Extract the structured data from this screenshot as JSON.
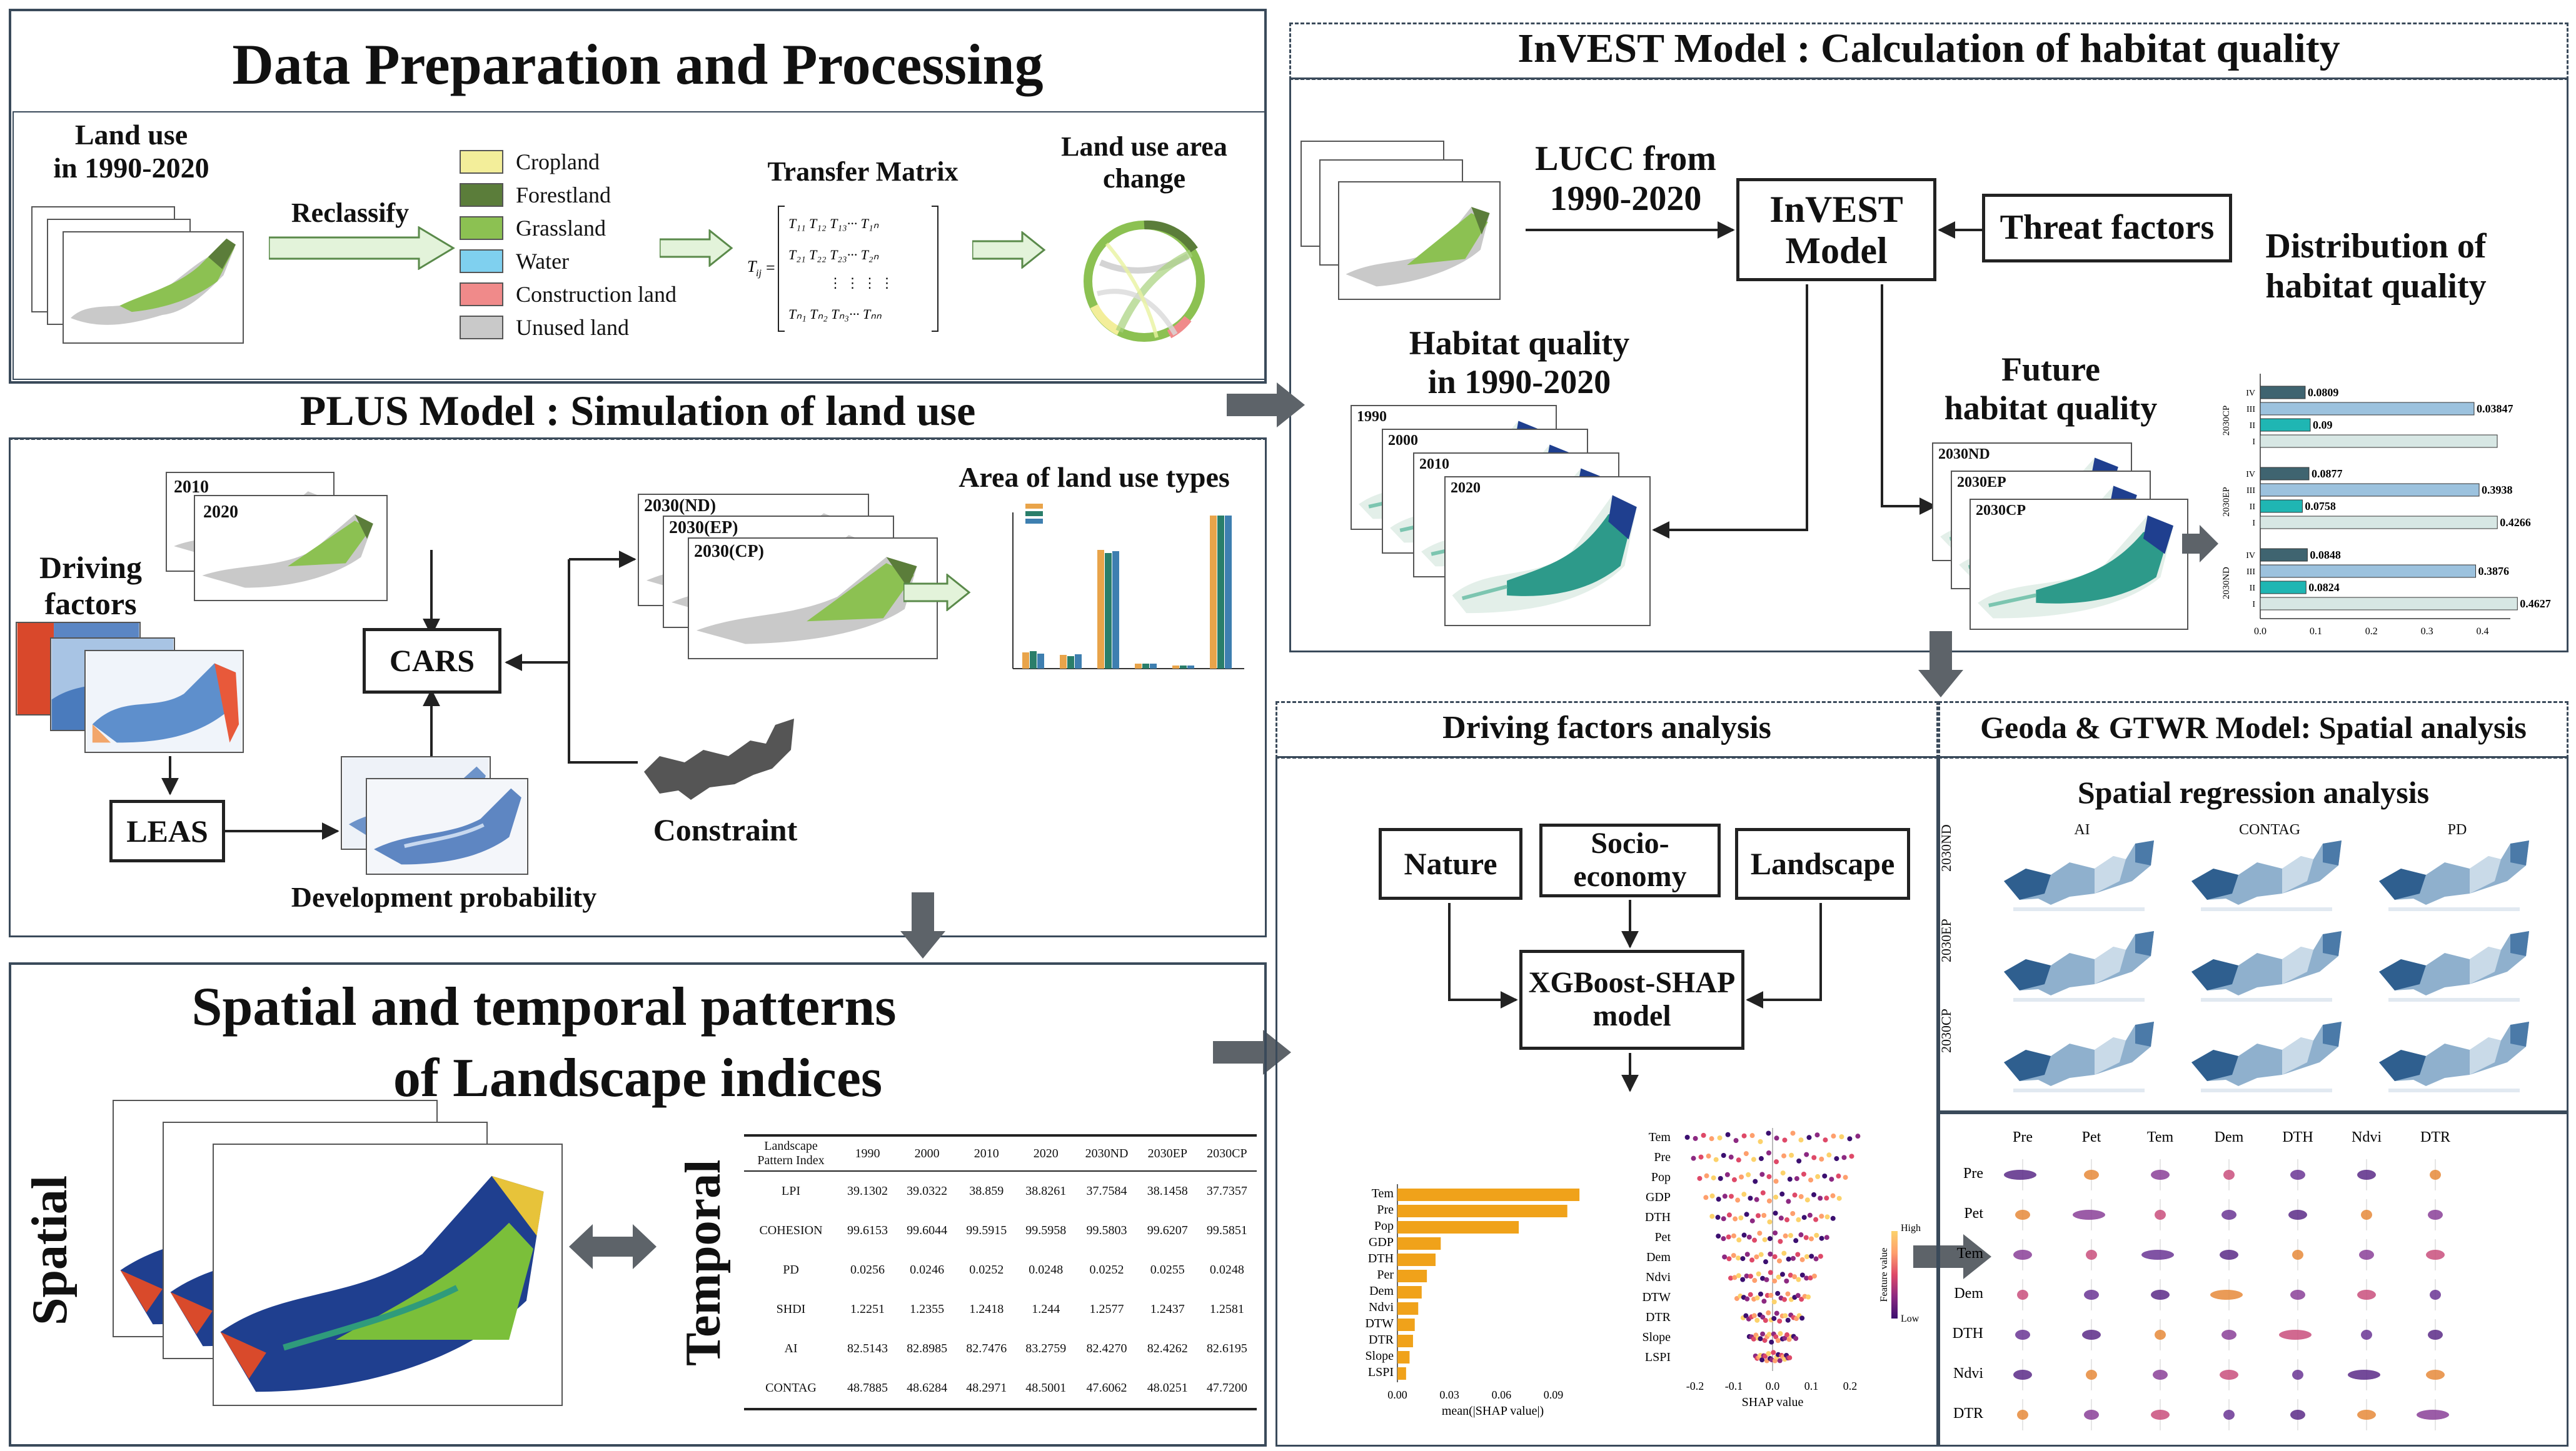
{
  "sections": {
    "data_prep": "Data Preparation and Processing",
    "invest": "InVEST Model : Calculation of habitat quality",
    "plus": "PLUS Model : Simulation of land use",
    "landscape": [
      "Spatial and temporal patterns",
      "of Landscape indices"
    ],
    "driving": "Driving factors analysis",
    "geoda": "Geoda & GTWR Model: Spatial analysis"
  },
  "data_prep": {
    "land_use": [
      "Land use",
      "in 1990-2020"
    ],
    "reclassify": "Reclassify",
    "legend": [
      {
        "label": "Cropland",
        "color": "#f3ee9a"
      },
      {
        "label": "Forestland",
        "color": "#5b7d3a"
      },
      {
        "label": "Grassland",
        "color": "#8cc152"
      },
      {
        "label": "Water",
        "color": "#7fd0ef"
      },
      {
        "label": "Construction land",
        "color": "#f08a8a"
      },
      {
        "label": "Unused land",
        "color": "#c9c9c9"
      }
    ],
    "transfer_matrix": "Transfer Matrix",
    "area_change": [
      "Land use area",
      "change"
    ]
  },
  "invest": {
    "lucc": [
      "LUCC from",
      "1990-2020"
    ],
    "model": [
      "InVEST",
      "Model"
    ],
    "threat": "Threat factors",
    "distribution": [
      "Distribution of",
      "habitat quality"
    ],
    "hq_past": [
      "Habitat quality",
      "in 1990-2020"
    ],
    "hq_future": [
      "Future",
      "habitat quality"
    ],
    "years_past": [
      "1990",
      "2000",
      "2010",
      "2020"
    ],
    "years_future": [
      "2030ND",
      "2030EP",
      "2030CP"
    ]
  },
  "plus": {
    "years": [
      "2010",
      "2020"
    ],
    "driving": [
      "Driving",
      "factors"
    ],
    "cars": "CARS",
    "leas": "LEAS",
    "dev_prob": "Development probability",
    "scenarios": [
      "2030(ND)",
      "2030(EP)",
      "2030(CP)"
    ],
    "constraint": "Constraint",
    "area_types": "Area of land use types"
  },
  "landscape": {
    "spatial": "Spatial",
    "temporal": "Temporal",
    "table": {
      "header": [
        "Landscape Pattern Index",
        "1990",
        "2000",
        "2010",
        "2020",
        "2030ND",
        "2030EP",
        "2030CP"
      ],
      "rows": [
        [
          "LPI",
          "39.1302",
          "39.0322",
          "38.859",
          "38.8261",
          "37.7584",
          "38.1458",
          "37.7357"
        ],
        [
          "COHESION",
          "99.6153",
          "99.6044",
          "99.5915",
          "99.5958",
          "99.5803",
          "99.6207",
          "99.5851"
        ],
        [
          "PD",
          "0.0256",
          "0.0246",
          "0.0252",
          "0.0248",
          "0.0252",
          "0.0255",
          "0.0248"
        ],
        [
          "SHDI",
          "1.2251",
          "1.2355",
          "1.2418",
          "1.244",
          "1.2577",
          "1.2437",
          "1.2581"
        ],
        [
          "AI",
          "82.5143",
          "82.8985",
          "82.7476",
          "83.2759",
          "82.4270",
          "82.4262",
          "82.6195"
        ],
        [
          "CONTAG",
          "48.7885",
          "48.6284",
          "48.2971",
          "48.5001",
          "47.6062",
          "48.0251",
          "47.7200"
        ]
      ]
    }
  },
  "driving": {
    "nature": "Nature",
    "socio": [
      "Socio-",
      "economy"
    ],
    "landscape": "Landscape",
    "xgb": [
      "XGBoost-SHAP",
      "model"
    ],
    "features": [
      "Tem",
      "Pre",
      "Pop",
      "GDP",
      "DTH",
      "Per",
      "Dem",
      "Ndvi",
      "DTW",
      "DTR",
      "Slope",
      "LSPI"
    ],
    "features2": [
      "Tem",
      "Pre",
      "Pop",
      "GDP",
      "DTH",
      "Pet",
      "Dem",
      "Ndvi",
      "DTW",
      "DTR",
      "Slope",
      "LSPI"
    ],
    "importance": [
      0.105,
      0.098,
      0.07,
      0.025,
      0.022,
      0.017,
      0.014,
      0.012,
      0.01,
      0.009,
      0.007,
      0.005
    ],
    "bar_xlabel": "mean(|SHAP value|)",
    "bar_ticks": [
      "0.00",
      "0.03",
      "0.06",
      "0.09"
    ],
    "bee_xlabel": "SHAP value",
    "bee_ticks": [
      "-0.2",
      "-0.1",
      "0.0",
      "0.1",
      "0.2"
    ],
    "fv_label": "Feature value",
    "fv_high": "High",
    "fv_low": "Low"
  },
  "geoda": {
    "title": "Spatial regression analysis",
    "cols": [
      "AI",
      "CONTAG",
      "PD"
    ],
    "rows": [
      "2030ND",
      "2030EP",
      "2030CP"
    ],
    "matrix_vars": [
      "Pre",
      "Pet",
      "Tem",
      "Dem",
      "DTH",
      "Ndvi",
      "DTR"
    ]
  },
  "dist_chart": {
    "groups": [
      "2030CP",
      "2030EP",
      "2030ND"
    ],
    "levels": [
      "IV",
      "III",
      "II",
      "I"
    ],
    "values": [
      [
        0.0809,
        0.3847,
        0.09,
        0.4264
      ],
      [
        0.0877,
        0.3938,
        0.0758,
        0.4266
      ],
      [
        0.0848,
        0.3876,
        0.0824,
        0.4627
      ]
    ],
    "labels": [
      [
        "0.0809",
        "0.03847",
        "0.09",
        ""
      ],
      [
        "0.0877",
        "0.3938",
        "0.0758",
        "0.4266"
      ],
      [
        "0.0848",
        "0.3876",
        "0.0824",
        "0.4627"
      ]
    ],
    "ticks": [
      "0.0",
      "0.1",
      "0.2",
      "0.3",
      "0.4"
    ],
    "colors": [
      "#3f6470",
      "#9cc2de",
      "#1fb6b3",
      "#d7e7e4"
    ]
  }
}
